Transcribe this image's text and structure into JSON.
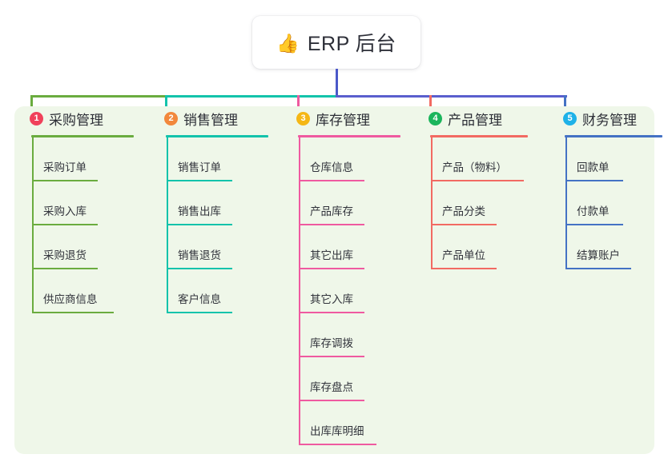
{
  "root": {
    "icon": "thumbs-up-icon",
    "emoji": "👍",
    "title": "ERP 后台"
  },
  "panel": {
    "background": "#eff7e9"
  },
  "connectors": {
    "stem_color": "#4a58c8",
    "bus_left_color": "#6aac3f",
    "bus_mid_color": "#13c3ab",
    "bus_right_color": "#5a5fce"
  },
  "columns": [
    {
      "index": "1",
      "badge_color": "#f0415a",
      "line_color": "#6aac3f",
      "title": "采购管理",
      "head_rule_width": 128,
      "items": [
        {
          "label": "采购订单",
          "rule_width": 82
        },
        {
          "label": "采购入库",
          "rule_width": 82
        },
        {
          "label": "采购退货",
          "rule_width": 82
        },
        {
          "label": "供应商信息",
          "rule_width": 102
        }
      ]
    },
    {
      "index": "2",
      "badge_color": "#f2883c",
      "line_color": "#13c3ab",
      "title": "销售管理",
      "head_rule_width": 128,
      "items": [
        {
          "label": "销售订单",
          "rule_width": 82
        },
        {
          "label": "销售出库",
          "rule_width": 82
        },
        {
          "label": "销售退货",
          "rule_width": 82
        },
        {
          "label": "客户信息",
          "rule_width": 82
        }
      ]
    },
    {
      "index": "3",
      "badge_color": "#f5b715",
      "line_color": "#ef5aa0",
      "title": "库存管理",
      "head_rule_width": 128,
      "items": [
        {
          "label": "仓库信息",
          "rule_width": 82
        },
        {
          "label": "产品库存",
          "rule_width": 82
        },
        {
          "label": "其它出库",
          "rule_width": 82
        },
        {
          "label": "其它入库",
          "rule_width": 82
        },
        {
          "label": "库存调拨",
          "rule_width": 82
        },
        {
          "label": "库存盘点",
          "rule_width": 82
        },
        {
          "label": "出库库明细",
          "rule_width": 97
        }
      ]
    },
    {
      "index": "4",
      "badge_color": "#1bb55c",
      "line_color": "#f26a62",
      "title": "产品管理",
      "head_rule_width": 122,
      "items": [
        {
          "label": "产品（物料）",
          "rule_width": 116
        },
        {
          "label": "产品分类",
          "rule_width": 82
        },
        {
          "label": "产品单位",
          "rule_width": 82
        }
      ]
    },
    {
      "index": "5",
      "badge_color": "#1eb2e8",
      "line_color": "#4472c4",
      "title": "财务管理",
      "head_rule_width": 122,
      "items": [
        {
          "label": "回款单",
          "rule_width": 72
        },
        {
          "label": "付款单",
          "rule_width": 72
        },
        {
          "label": "结算账户",
          "rule_width": 82
        }
      ]
    }
  ]
}
